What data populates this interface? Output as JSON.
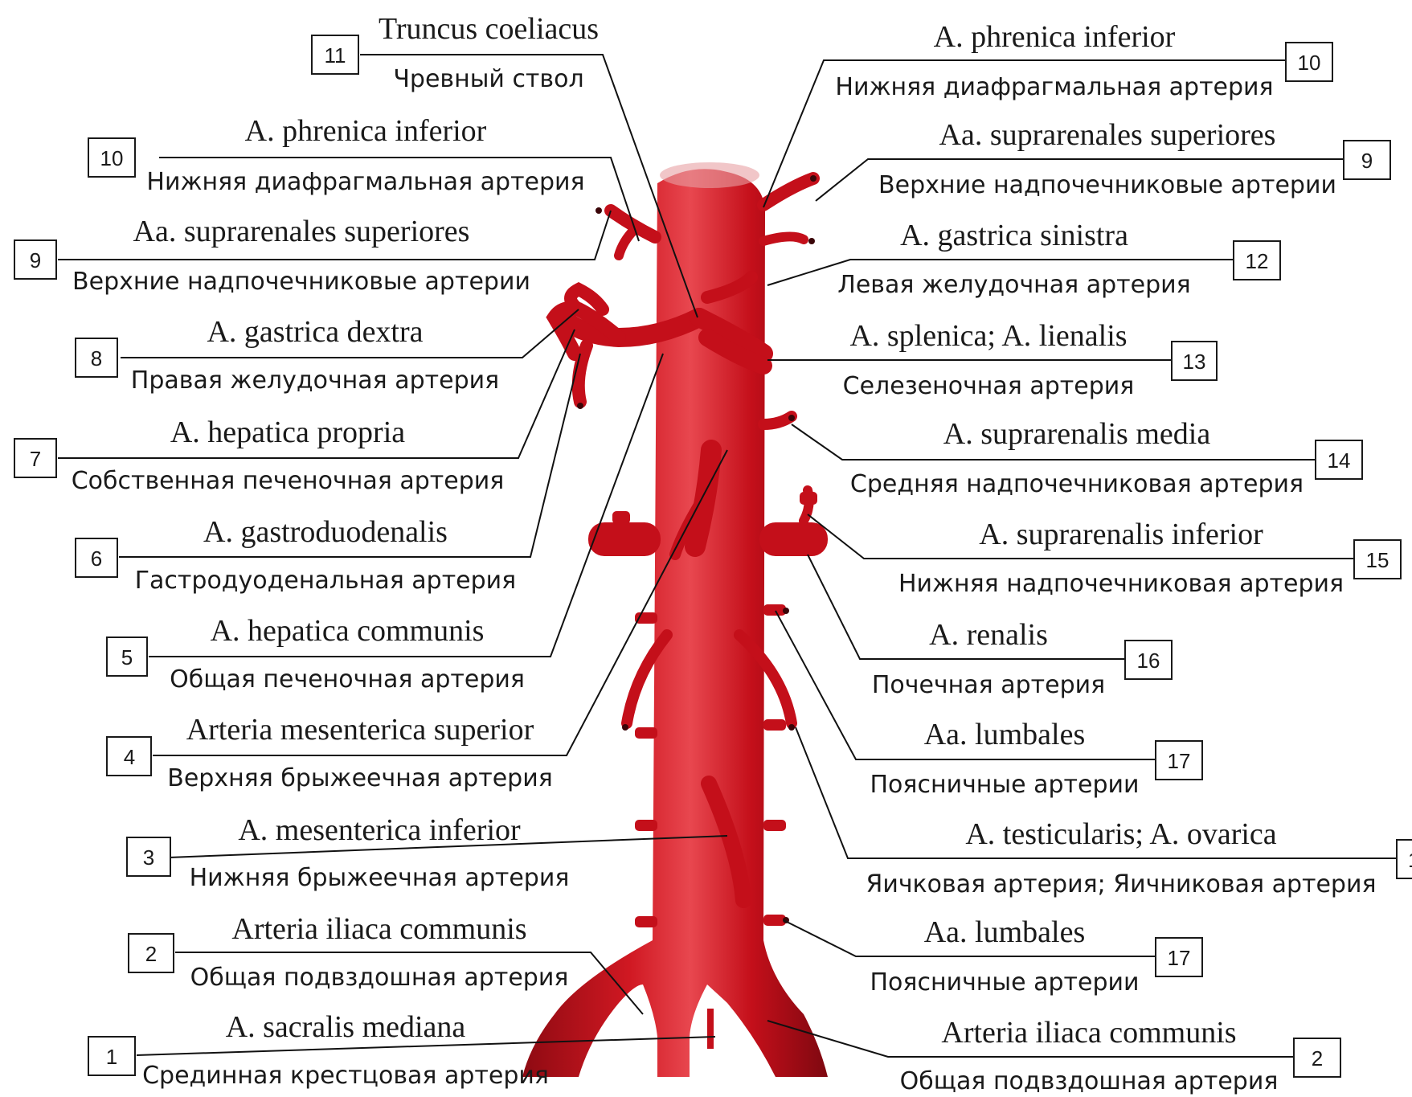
{
  "labels": {
    "l1": {
      "num": "1",
      "la": "A. sacralis mediana",
      "ru": "Срединная крестцовая артерия"
    },
    "l2": {
      "num": "2",
      "la": "Arteria iliaca communis",
      "ru": "Общая подвздошная артерия"
    },
    "l3": {
      "num": "3",
      "la": "A. mesenterica inferior",
      "ru": "Нижняя брыжеечная артерия"
    },
    "l4": {
      "num": "4",
      "la": "Arteria mesenterica superior",
      "ru": "Верхняя брыжеечная артерия"
    },
    "l5": {
      "num": "5",
      "la": "A. hepatica communis",
      "ru": "Общая печеночная артерия"
    },
    "l6": {
      "num": "6",
      "la": "A. gastroduodenalis",
      "ru": "Гастродуоденальная артерия"
    },
    "l7": {
      "num": "7",
      "la": "A. hepatica propria",
      "ru": "Собственная печеночная артерия"
    },
    "l8": {
      "num": "8",
      "la": "A. gastrica dextra",
      "ru": "Правая желудочная артерия"
    },
    "l9L": {
      "num": "9",
      "la": "Aa. suprarenales superiores",
      "ru": "Верхние надпочечниковые артерии"
    },
    "l10L": {
      "num": "10",
      "la": "A. phrenica inferior",
      "ru": "Нижняя диафрагмальная артерия"
    },
    "l11": {
      "num": "11",
      "la": "Truncus coeliacus",
      "ru": "Чревный ствол"
    },
    "l10R": {
      "num": "10",
      "la": "A. phrenica inferior",
      "ru": "Нижняя диафрагмальная артерия"
    },
    "l9R": {
      "num": "9",
      "la": "Aa. suprarenales superiores",
      "ru": "Верхние надпочечниковые артерии"
    },
    "l12": {
      "num": "12",
      "la": "A. gastrica sinistra",
      "ru": "Левая желудочная артерия"
    },
    "l13": {
      "num": "13",
      "la": "A. splenica; A. lienalis",
      "ru": "Селезеночная артерия"
    },
    "l14": {
      "num": "14",
      "la": "A. suprarenalis media",
      "ru": "Средняя надпочечниковая артерия"
    },
    "l15": {
      "num": "15",
      "la": "A. suprarenalis inferior",
      "ru": "Нижняя надпочечниковая артерия"
    },
    "l16": {
      "num": "16",
      "la": "A. renalis",
      "ru": "Почечная артерия"
    },
    "l17a": {
      "num": "17",
      "la": "Aa. lumbales",
      "ru": "Поясничные артерии"
    },
    "l18": {
      "num": "1",
      "la": "A. testicularis; A. ovarica",
      "ru": "Яичковая артерия; Яичниковая артерия"
    },
    "l17b": {
      "num": "17",
      "la": "Aa. lumbales",
      "ru": "Поясничные артерии"
    },
    "l2R": {
      "num": "2",
      "la": "Arteria iliaca communis",
      "ru": "Общая подвздошная артерия"
    }
  },
  "colors": {
    "artery": "#c40f1a",
    "artery_shadow": "#8e0a12",
    "highlight": "#e8474f",
    "line": "#111111"
  }
}
